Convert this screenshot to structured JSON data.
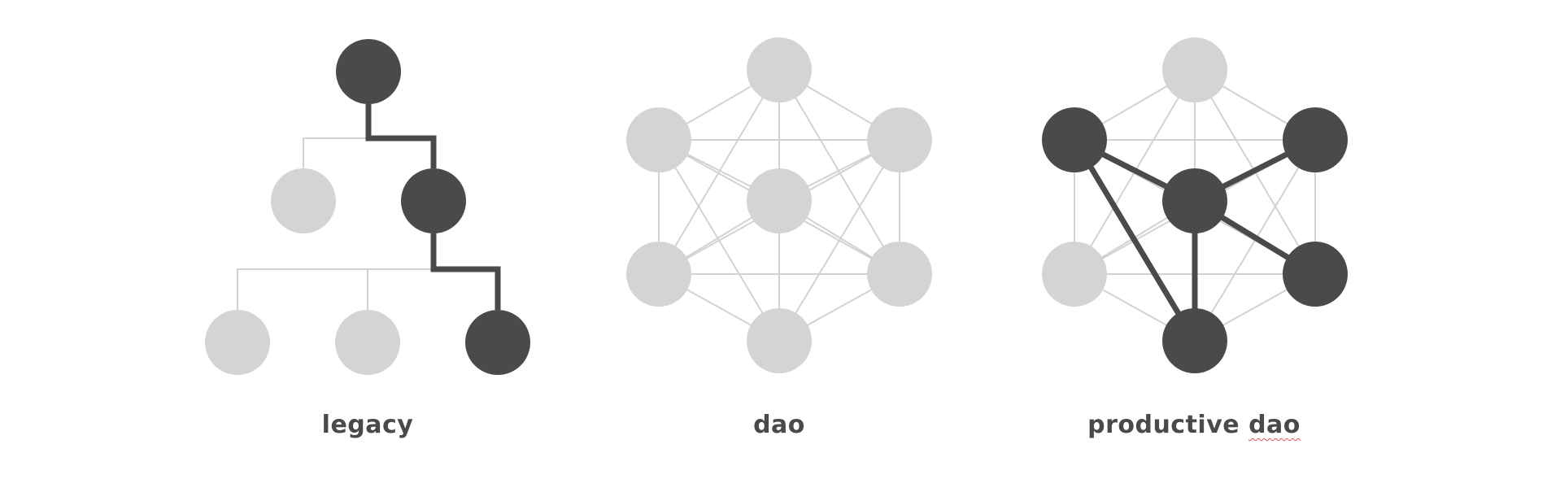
{
  "colors": {
    "active": "#4a4a4a",
    "inactive": "#d4d4d4",
    "thin_line": "#d2d2d2",
    "caption": "#4a4a4a",
    "spellcheck": "#e05555"
  },
  "diagrams": [
    {
      "id": "legacy",
      "caption": "legacy",
      "structure": "tree",
      "nodes": [
        {
          "id": "root",
          "active": true
        },
        {
          "id": "mid-left",
          "active": false
        },
        {
          "id": "mid-right",
          "active": true
        },
        {
          "id": "leaf-left",
          "active": false
        },
        {
          "id": "leaf-middle",
          "active": false
        },
        {
          "id": "leaf-right",
          "active": true
        }
      ],
      "highlighted_path": [
        "root",
        "mid-right",
        "leaf-right"
      ]
    },
    {
      "id": "dao",
      "caption": "dao",
      "structure": "complete-graph",
      "nodes": [
        {
          "id": "top",
          "active": false
        },
        {
          "id": "upper-left",
          "active": false
        },
        {
          "id": "upper-right",
          "active": false
        },
        {
          "id": "center",
          "active": false
        },
        {
          "id": "lower-left",
          "active": false
        },
        {
          "id": "lower-right",
          "active": false
        },
        {
          "id": "bottom",
          "active": false
        }
      ],
      "highlighted_edges": []
    },
    {
      "id": "productive-dao",
      "caption_parts": [
        "productive ",
        "dao"
      ],
      "structure": "complete-graph",
      "nodes": [
        {
          "id": "top",
          "active": false
        },
        {
          "id": "upper-left",
          "active": true
        },
        {
          "id": "upper-right",
          "active": true
        },
        {
          "id": "center",
          "active": true
        },
        {
          "id": "lower-left",
          "active": false
        },
        {
          "id": "lower-right",
          "active": true
        },
        {
          "id": "bottom",
          "active": true
        }
      ],
      "highlighted_edges": [
        [
          "upper-left",
          "center"
        ],
        [
          "upper-left",
          "bottom"
        ],
        [
          "center",
          "upper-right"
        ],
        [
          "center",
          "lower-right"
        ],
        [
          "center",
          "bottom"
        ]
      ]
    }
  ]
}
